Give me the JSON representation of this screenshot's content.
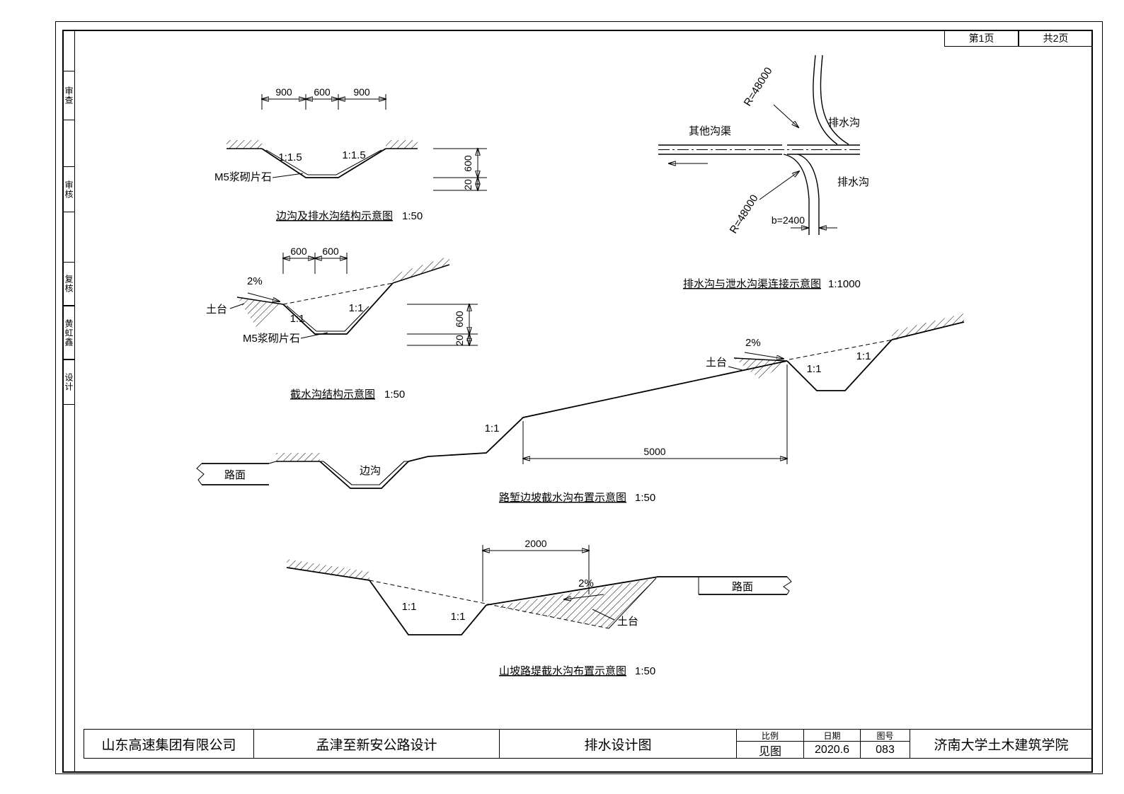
{
  "page_header": {
    "page": "第1页",
    "total": "共2页"
  },
  "sidebar": {
    "items": [
      "审查",
      "审核",
      "复核",
      "黄虹鑫",
      "设计"
    ]
  },
  "diagrams": {
    "side_ditch": {
      "title": "边沟及排水沟结构示意图",
      "scale": "1:50",
      "dim_left": "900",
      "dim_mid": "600",
      "dim_right": "900",
      "slope_left": "1:1.5",
      "slope_right": "1:1.5",
      "material": "M5浆砌片石",
      "depth": "600",
      "lining": "20"
    },
    "intercept_ditch": {
      "title": "截水沟结构示意图",
      "scale": "1:50",
      "dim1": "600",
      "dim2": "600",
      "grade": "2%",
      "berm": "土台",
      "slope_left": "1:1",
      "slope_right": "1:1",
      "material": "M5浆砌片石",
      "depth": "600",
      "lining": "20"
    },
    "connection": {
      "title": "排水沟与泄水沟渠连接示意图",
      "scale": "1:1000",
      "radius_top": "R=48000",
      "radius_bottom": "R=48000",
      "other_channel": "其他沟渠",
      "drain_top": "排水沟",
      "drain_bottom": "排水沟",
      "width": "b=2400"
    },
    "cut_slope": {
      "title": "路堑边坡截水沟布置示意图",
      "scale": "1:50",
      "road": "路面",
      "ditch": "边沟",
      "slope_a": "1:1",
      "span": "5000",
      "grade": "2%",
      "berm": "土台",
      "slope_b": "1:1",
      "slope_c": "1:1"
    },
    "embankment": {
      "title": "山坡路堤截水沟布置示意图",
      "scale": "1:50",
      "span": "2000",
      "slope_a": "1:1",
      "slope_b": "1:1",
      "grade": "2%",
      "berm": "土台",
      "road": "路面"
    }
  },
  "title_block": {
    "company": "山东高速集团有限公司",
    "project": "孟津至新安公路设计",
    "drawing_title": "排水设计图",
    "scale_label": "比例",
    "scale_value": "见图",
    "date_label": "日期",
    "date_value": "2020.6",
    "no_label": "图号",
    "no_value": "083",
    "institute": "济南大学土木建筑学院"
  }
}
